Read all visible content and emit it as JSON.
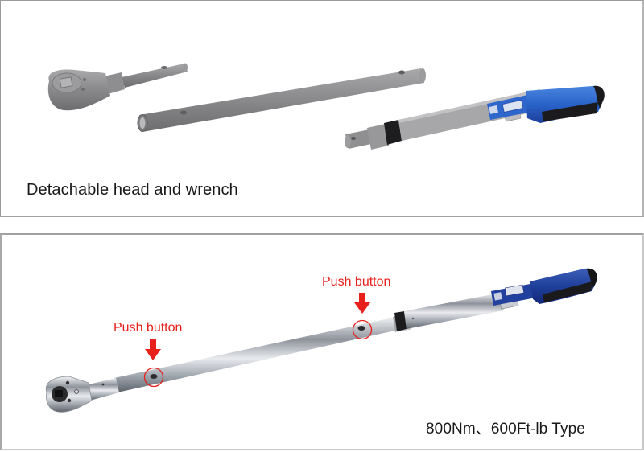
{
  "panels": [
    {
      "id": "top",
      "caption": "Detachable head and wrench",
      "parts": [
        "ratchet-head",
        "extension-tube",
        "torque-wrench-handle"
      ]
    },
    {
      "id": "bottom",
      "caption": "800Nm、600Ft-lb Type",
      "annotations": [
        {
          "label": "Push button",
          "target": "lower-push-button"
        },
        {
          "label": "Push button",
          "target": "upper-push-button"
        }
      ]
    }
  ],
  "colors": {
    "annotation_red": "#e8201c",
    "handle_blue": "#2a63c9",
    "handle_blue_dark": "#1c3f9a",
    "part_grey": "#8a8a8c",
    "chrome": "#c9ccd2",
    "border": "#9a9a9a"
  }
}
